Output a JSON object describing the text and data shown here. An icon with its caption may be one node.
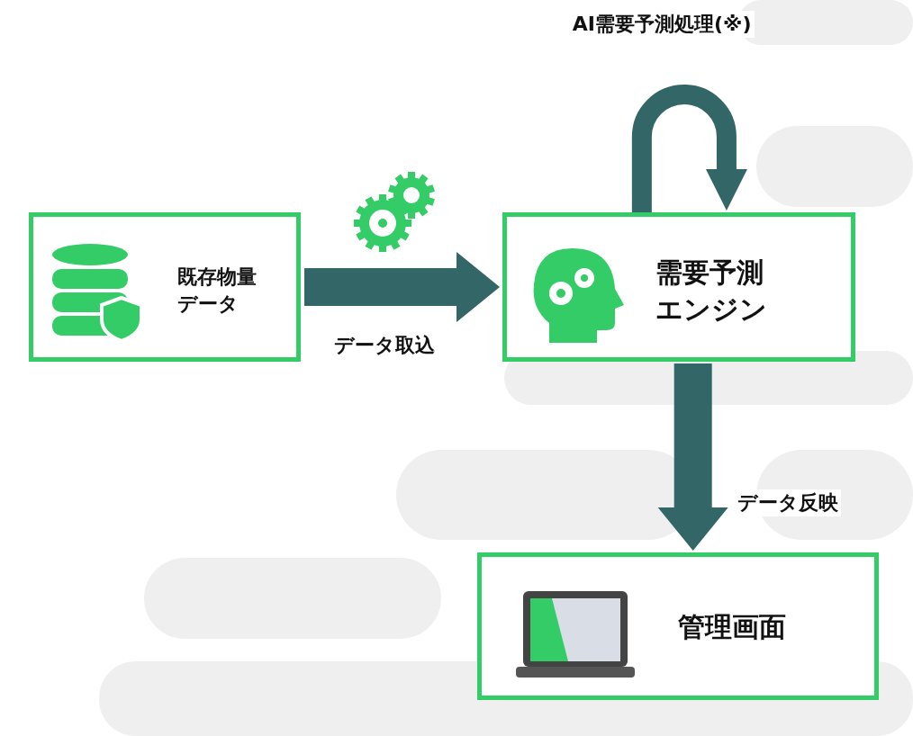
{
  "diagram": {
    "nodes": [
      {
        "text": [
          "既存物量データ"
        ]
      },
      {
        "text": [
          "需要予測エンジン"
        ]
      },
      {
        "text": [
          "管理画面"
        ]
      }
    ],
    "edges": [
      {
        "from": 0,
        "to": 1,
        "arrow": "to",
        "label": "データ取込"
      },
      {
        "from": 1,
        "to": 2,
        "arrow": "to",
        "label": "データ反映"
      },
      {
        "from": 1,
        "to": 1,
        "arrow": "to",
        "label": "AI需要予測処理(※)"
      }
    ]
  }
}
